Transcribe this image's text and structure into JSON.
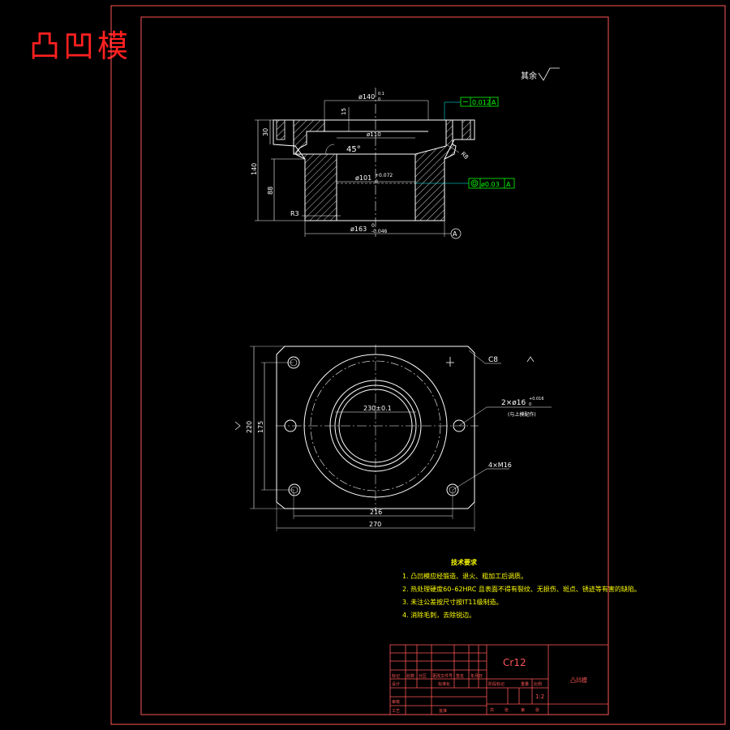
{
  "header": {
    "title": "凸凹模",
    "surface_note": "其余"
  },
  "section_view": {
    "dims": {
      "d140": "ø140",
      "d140_tol": "0.1",
      "d140_tol2": "0",
      "depth15": "15",
      "h30": "30",
      "h140": "140",
      "h88": "88",
      "d110": "ø110",
      "angle45": "45°",
      "d101": "ø101",
      "d101_tol_up": "+0.072",
      "d101_tol_low": "0",
      "r8": "R8",
      "r3": "R3",
      "d163": "ø163",
      "d163_tol_up": "0",
      "d163_tol_low": "-0.046",
      "datum": "A"
    },
    "gdt": [
      {
        "value": "0.012",
        "datum": "A"
      },
      {
        "value": "ø0.03",
        "datum": "A"
      }
    ]
  },
  "plan_view": {
    "dims": {
      "c8": "C8",
      "d230": "230±0.1",
      "hole_callout": "2×ø16",
      "hole_tol": "+0.016",
      "hole_tol2": "0",
      "hole_note": "(与上模配作)",
      "thread": "4×M16",
      "w216": "216",
      "w270": "270",
      "h220": "220",
      "h175": "175"
    }
  },
  "tech_requirements": {
    "heading": "技术要求",
    "lines": [
      "1. 凸凹模应经锻造、退火、粗加工后调质。",
      "2. 热处理硬度60–62HRC 且表面不得有裂纹、无损伤、斑点、锈迹等有害的缺陷。",
      "3. 未注公差按尺寸按IT11级制造。",
      "4. 消除毛刺，去除锐边。"
    ]
  },
  "title_block": {
    "material": "Cr12",
    "part_name": "凸凹模",
    "scale": "1:2",
    "row1": [
      "标记",
      "处数",
      "分区",
      "更改文件号",
      "签名",
      "年月日"
    ],
    "row2": [
      "设计",
      "标准化"
    ],
    "stage_labels": [
      "阶段标记",
      "重量",
      "比例"
    ],
    "row3": [
      "审核",
      "工艺",
      "批准"
    ],
    "sheet": [
      "共",
      "张",
      "第",
      "张"
    ]
  },
  "colors": {
    "frame": "#ff5555",
    "outline": "#ffffff",
    "dimension": "#ffffff",
    "leader": "#00ffff",
    "gdt": "#00ff00",
    "notes": "#ffff00",
    "title": "#ff2020"
  }
}
